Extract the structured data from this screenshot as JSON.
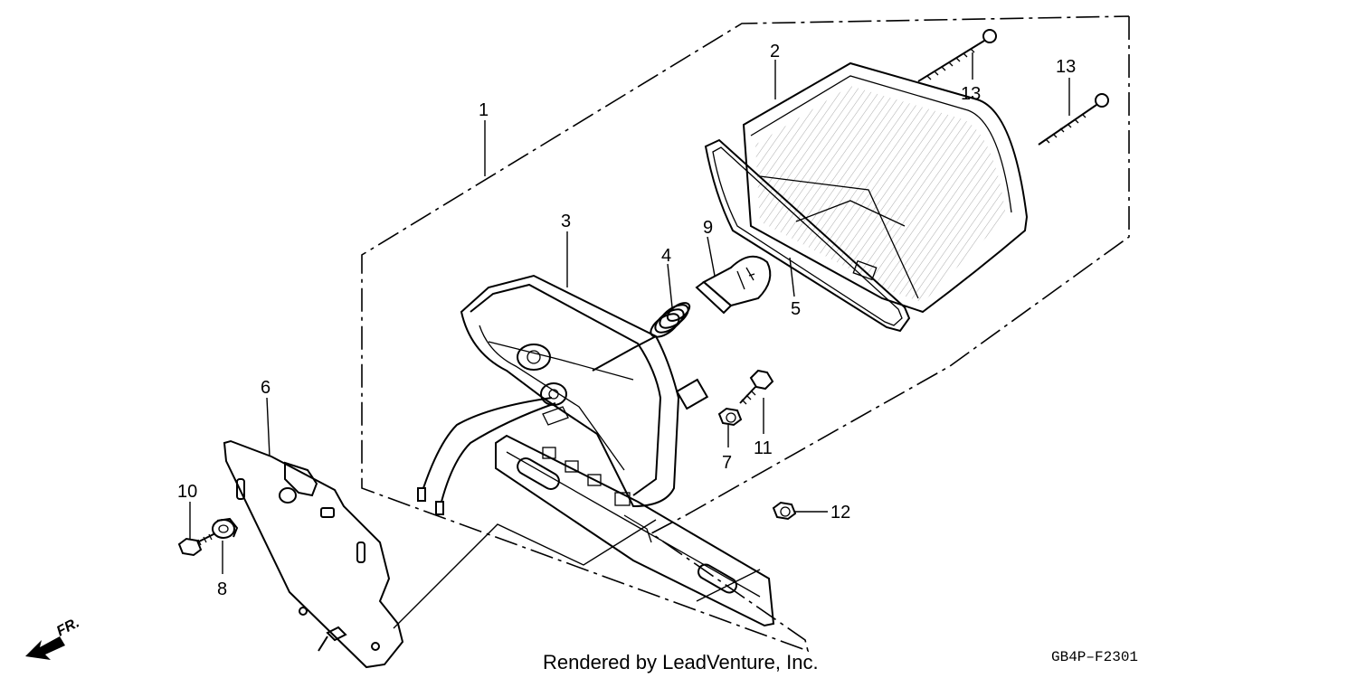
{
  "callouts": {
    "c1": "1",
    "c2": "2",
    "c3": "3",
    "c4": "4",
    "c5": "5",
    "c6": "6",
    "c7": "7",
    "c8": "8",
    "c9": "9",
    "c10": "10",
    "c11": "11",
    "c12": "12",
    "c13a": "13",
    "c13b": "13"
  },
  "footer": {
    "credit": "Rendered by LeadVenture, Inc.",
    "diagram_code": "GB4P–F2301",
    "direction_label": "FR."
  }
}
